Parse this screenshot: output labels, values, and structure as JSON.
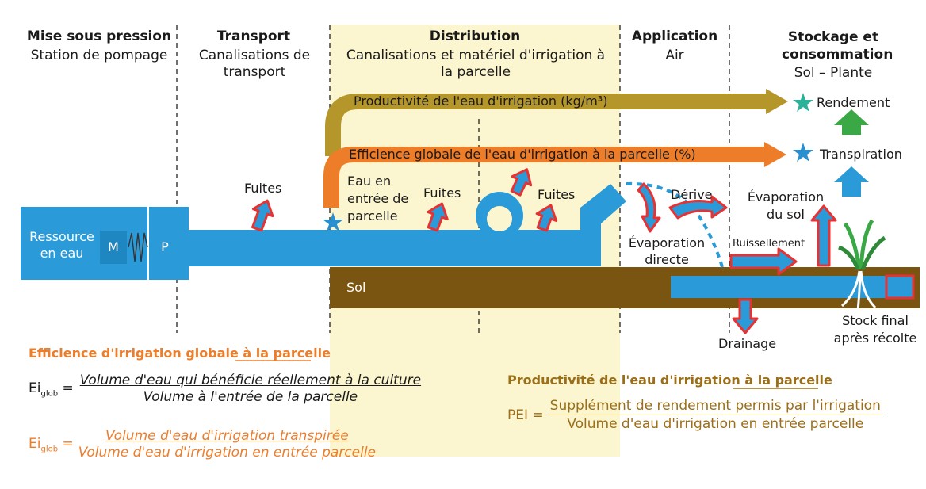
{
  "stages": [
    {
      "title": "Mise sous pression",
      "subtitle": "Station de pompage"
    },
    {
      "title": "Transport",
      "subtitle": "Canalisations de transport"
    },
    {
      "title": "Distribution",
      "subtitle": "Canalisations et matériel d'irrigation à la parcelle"
    },
    {
      "title": "Application",
      "subtitle": "Air"
    },
    {
      "title": "Stockage et consommation",
      "subtitle": "Sol – Plante"
    }
  ],
  "flows": {
    "productivity": "Productivité de l'eau d'irrigation (kg/m³)",
    "efficiency": "Efficience globale de l'eau d'irrigation à la parcelle (%)"
  },
  "labels": {
    "resource": "Ressource en eau",
    "motor": "M",
    "pump": "P",
    "soil": "Sol",
    "leak": "Fuites",
    "entry": "Eau en entrée de parcelle",
    "drift": "Dérive",
    "evap_direct": "Évaporation directe",
    "evap_soil": "Évaporation du sol",
    "runoff": "Ruissellement",
    "drainage": "Drainage",
    "final_stock": "Stock final après récolte",
    "yield": "Rendement",
    "transpiration": "Transpiration"
  },
  "formulas": {
    "eff_title": "Efficience d'irrigation globale à la parcelle",
    "eff_var": "Ei",
    "eff_sub": "glob",
    "eff1_num": "Volume d'eau qui bénéficie réellement à la culture",
    "eff1_den": "Volume à l'entrée de la parcelle",
    "eff2_num": "Volume d'eau d'irrigation transpirée",
    "eff2_den": "Volume d'eau d'irrigation en entrée parcelle",
    "prod_title": "Productivité de l'eau d'irrigation à la parcelle",
    "prod_var": "PEI",
    "prod_num": "Supplément de rendement permis par l'irrigation",
    "prod_den": "Volume d'eau d'irrigation en entrée parcelle"
  },
  "colors": {
    "water": "#2a9bd8",
    "soil": "#7a5512",
    "distribution_bg": "#fbf6cf",
    "productivity_flow": "#b5962a",
    "efficiency_flow": "#ee7d2a",
    "loss_arrow_fill": "#ee3b3b",
    "plant_green": "#3aa845",
    "eff_text": "#ee7d2a",
    "prod_text": "#9b6e1a"
  }
}
